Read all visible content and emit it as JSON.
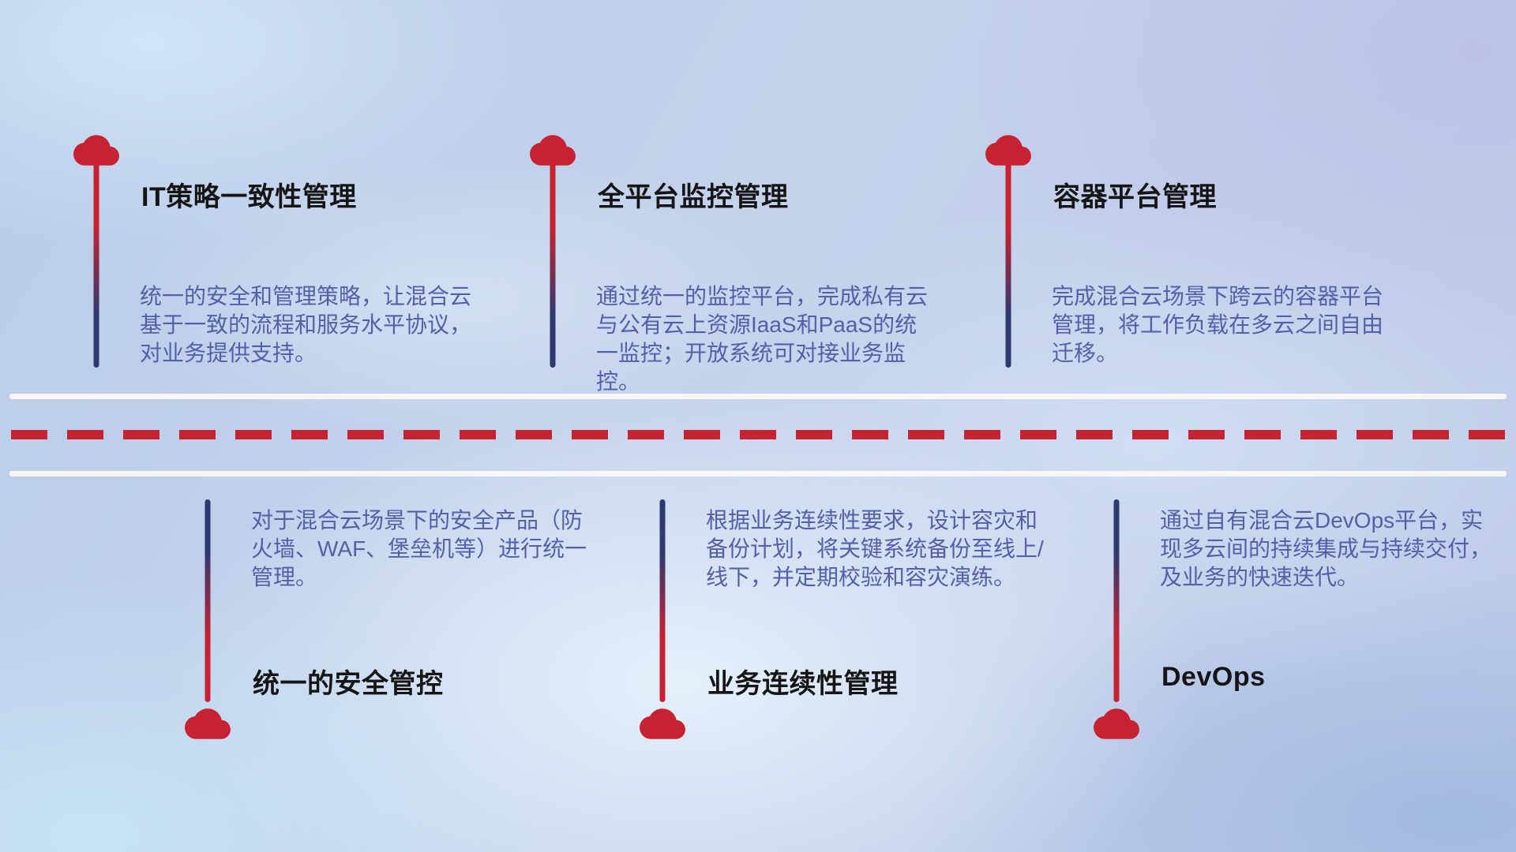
{
  "top_items": [
    {
      "title": "IT策略一致性管理",
      "description": "统一的安全和管理策略，让混合云基于一致的流程和服务水平协议，对业务提供支持。"
    },
    {
      "title": "全平台监控管理",
      "description": "通过统一的监控平台，完成私有云与公有云上资源IaaS和PaaS的统一监控；开放系统可对接业务监控。"
    },
    {
      "title": "容器平台管理",
      "description": "完成混合云场景下跨云的容器平台管理，将工作负载在多云之间自由迁移。"
    }
  ],
  "bottom_items": [
    {
      "title": "统一的安全管控",
      "description": "对于混合云场景下的安全产品（防火墙、WAF、堡垒机等）进行统一管理。"
    },
    {
      "title": "业务连续性管理",
      "description": "根据业务连续性要求，设计容灾和备份计划，将关键系统备份至线上/线下，并定期校验和容灾演练。"
    },
    {
      "title": "DevOps",
      "description": "通过自有混合云DevOps平台，实现多云间的持续集成与持续交付，及业务的快速迭代。"
    }
  ],
  "icons": {
    "item_marker": "cloud-icon"
  },
  "colors": {
    "accent_red": "#c62231",
    "connector_navy": "#30396f",
    "title_text": "#151515",
    "description_text": "#5360a8",
    "divider_white": "#faf8f5"
  }
}
